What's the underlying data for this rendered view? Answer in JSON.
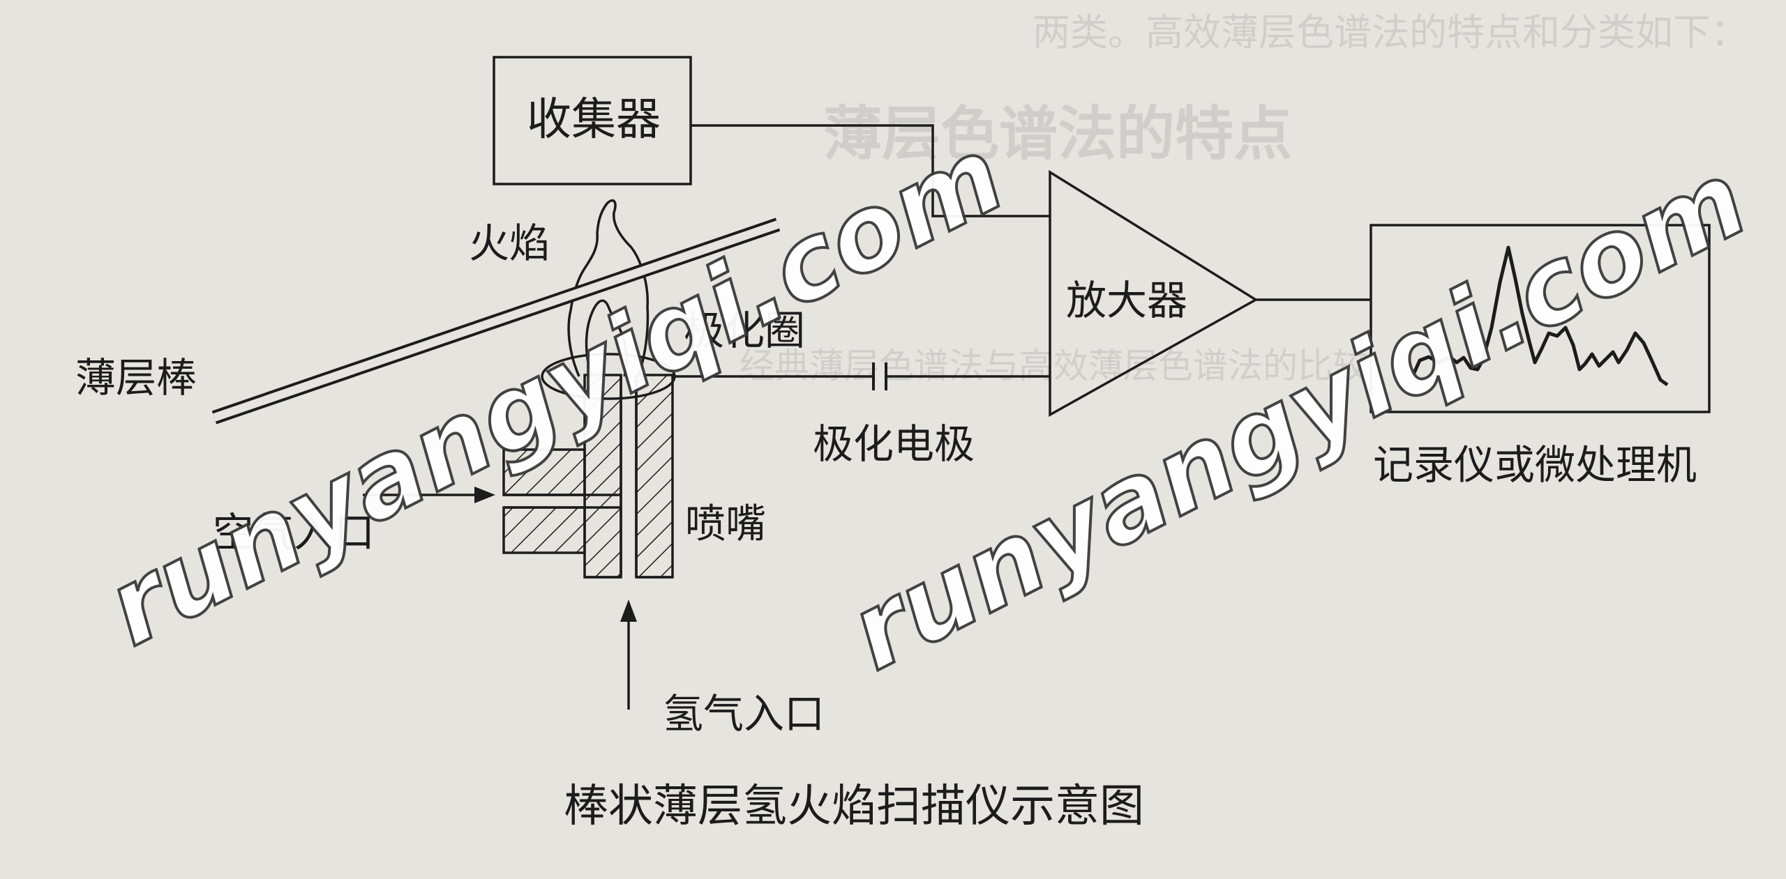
{
  "labels": {
    "collector": "收集器",
    "flame": "火焰",
    "thin_layer_rod": "薄层棒",
    "polarizing_ring": "极化圈",
    "polarizing_electrode": "极化电极",
    "amplifier": "放大器",
    "recorder": "记录仪或微处理机",
    "air_inlet": "空气入口",
    "nozzle": "喷嘴",
    "hydrogen_inlet": "氢气入口"
  },
  "caption": "棒状薄层氢火焰扫描仪示意图",
  "watermark": {
    "left": "runyangyiqi.com",
    "right": "runyangyiqi.com"
  },
  "background_text": {
    "line1": "两类。高效薄层色谱法的特点和分类如下：",
    "line2": "薄层色谱法的特点",
    "line3": "经典薄层色谱法与高效薄层色谱法的比较"
  },
  "colors": {
    "paper": "#e6e4df",
    "ink": "#1c1c1c",
    "watermark_fill": "#ffffff",
    "watermark_outline": "#3a3a3a"
  }
}
